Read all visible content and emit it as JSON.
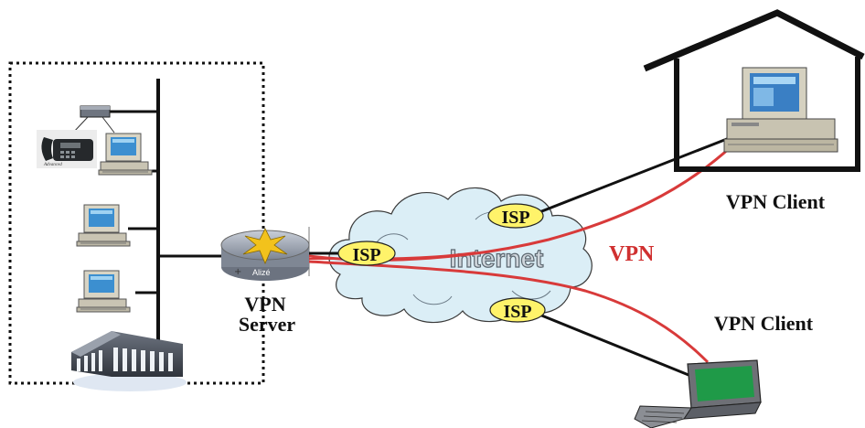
{
  "labels": {
    "vpn_server_line1": "VPN",
    "vpn_server_line2": "Server",
    "vpn_client_home": "VPN Client",
    "vpn_client_laptop": "VPN Client",
    "vpn_tunnel": "VPN",
    "internet": "Internet",
    "isp_top": "ISP",
    "isp_middle": "ISP",
    "isp_bottom": "ISP",
    "router_brand": "Alizé",
    "phone_brand": "Advanced"
  },
  "colors": {
    "tunnel": "#d83a3a",
    "vpn_text": "#d03030",
    "cloud_fill": "#dbeef6",
    "isp_fill": "#fff36a",
    "router_body": "#9aa2b0",
    "router_star": "#f0c020",
    "line": "#111111"
  }
}
